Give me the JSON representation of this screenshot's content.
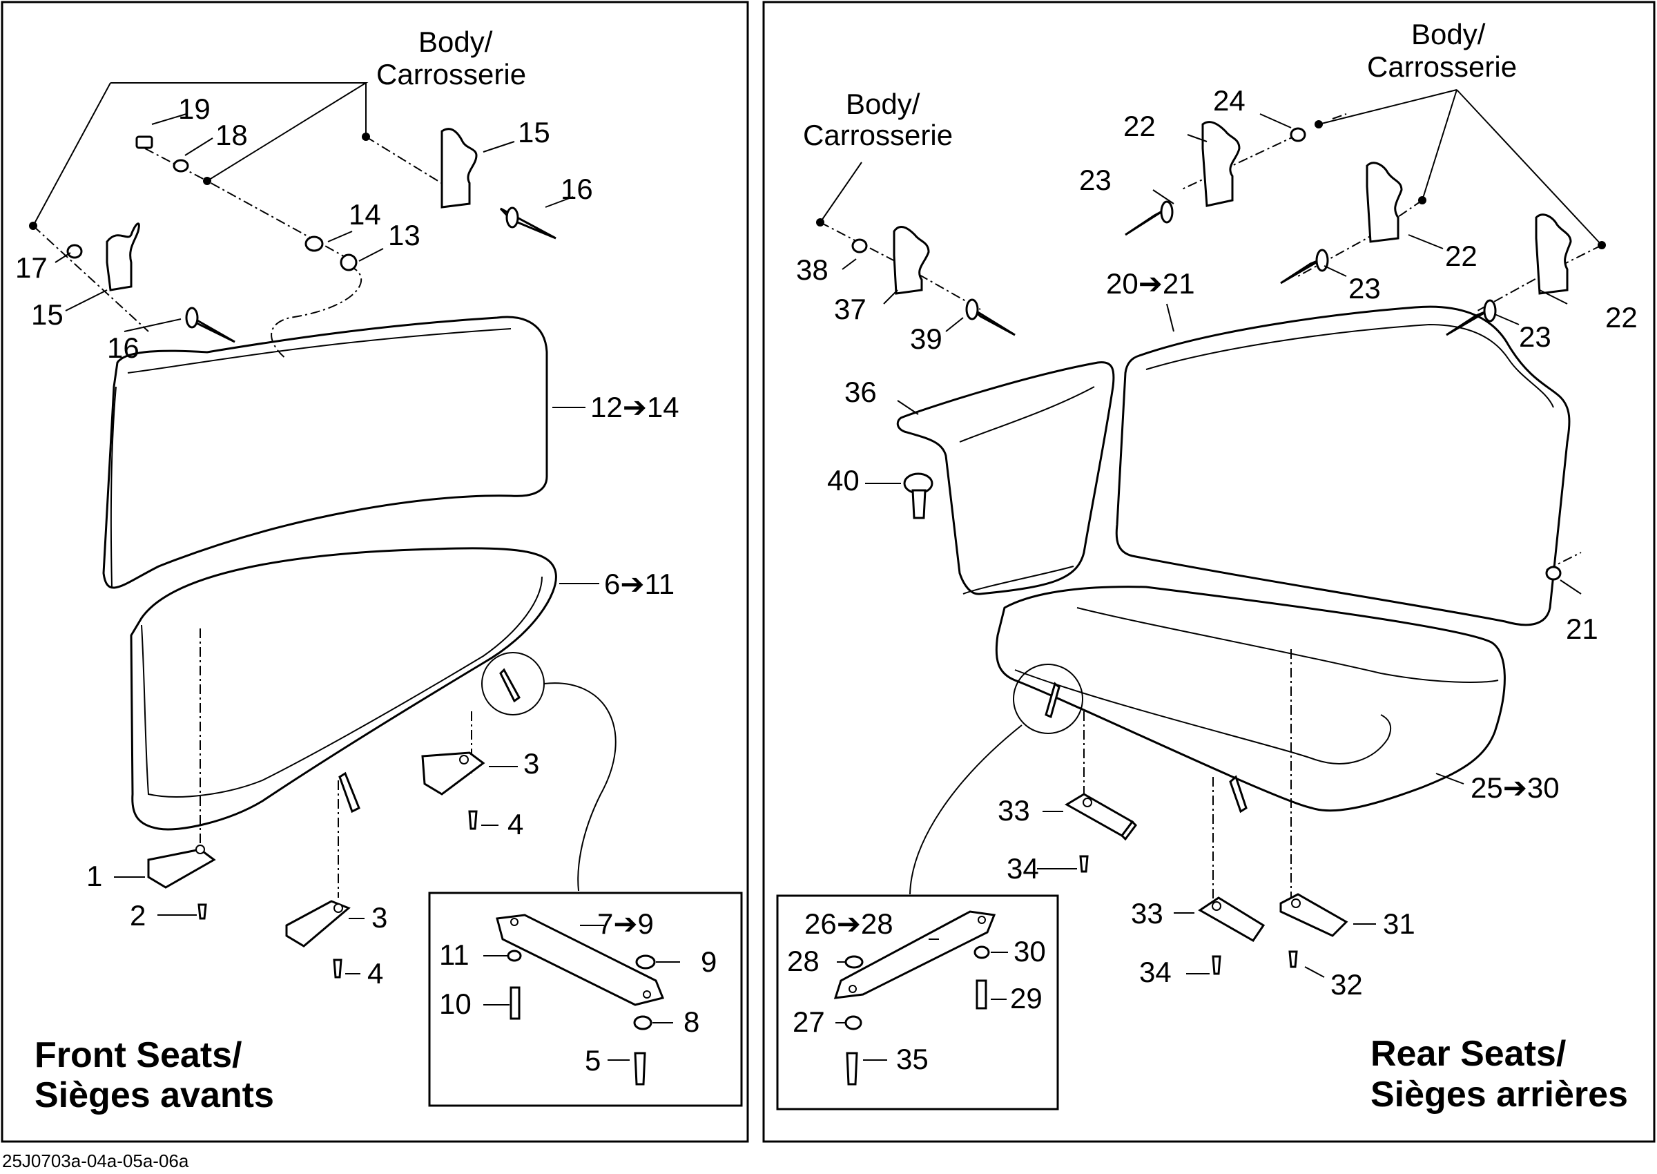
{
  "figure_code": "25J0703a-04a-05a-06a",
  "front": {
    "title_line1": "Front Seats/",
    "title_line2": "Sièges avants",
    "body_line1": "Body/",
    "body_line2": "Carrosserie",
    "labels": {
      "l19": "19",
      "l18": "18",
      "l15a": "15",
      "l16a": "16",
      "l14": "14",
      "l13": "13",
      "l17": "17",
      "l15b": "15",
      "l16b": "16",
      "l12": "12➔14",
      "l6": "6➔11",
      "l3a": "3",
      "l4a": "4",
      "l1": "1",
      "l2": "2",
      "l3b": "3",
      "l4b": "4",
      "l7": "7➔9",
      "l11": "11",
      "l9": "9",
      "l10": "10",
      "l8": "8",
      "l5": "5"
    }
  },
  "rear": {
    "title_line1": "Rear Seats/",
    "title_line2": "Sièges arrières",
    "body_a_line1": "Body/",
    "body_a_line2": "Carrosserie",
    "body_b_line1": "Body/",
    "body_b_line2": "Carrosserie",
    "labels": {
      "l24": "24",
      "l22a": "22",
      "l23a": "23",
      "l22b": "22",
      "l23b": "23",
      "l22c": "22",
      "l23c": "23",
      "l20": "20➔21",
      "l38": "38",
      "l37": "37",
      "l39": "39",
      "l36": "36",
      "l40": "40",
      "l21": "21",
      "l25": "25➔30",
      "l33a": "33",
      "l34a": "34",
      "l33b": "33",
      "l34b": "34",
      "l31": "31",
      "l32": "32",
      "l26": "26➔28",
      "l28": "28",
      "l30": "30",
      "l29": "29",
      "l27": "27",
      "l35": "35"
    }
  }
}
